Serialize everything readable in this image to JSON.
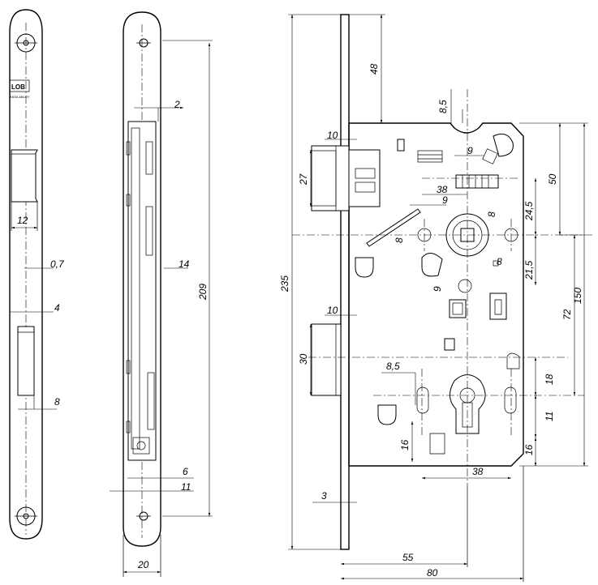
{
  "brand": {
    "logo": "LOB",
    "subtitle": "ASSA ABLOY"
  },
  "faceplate_dims": {
    "width_12": "12",
    "gap_0_7": "0,7",
    "gap_4": "4",
    "width_8": "8"
  },
  "side_dims": {
    "d2": "2",
    "d14": "14",
    "d209": "209",
    "d6": "6",
    "d11": "11",
    "d20": "20"
  },
  "body_dims": {
    "d235": "235",
    "d48": "48",
    "d10a": "10",
    "d27": "27",
    "d8_5a": "8,5",
    "d9a": "9",
    "d38a": "38",
    "d9b": "9",
    "d8a": "8",
    "d8b": "8",
    "d8c": "8",
    "d9c": "9",
    "d24_5": "24,5",
    "d21_5": "21,5",
    "d50": "50",
    "d72": "72",
    "d150": "150",
    "d10b": "10",
    "d30": "30",
    "d8_5b": "8,5",
    "d18": "18",
    "d11": "11",
    "d16a": "16",
    "d16b": "16",
    "d38b": "38",
    "d3": "3",
    "d55": "55",
    "d80": "80"
  }
}
